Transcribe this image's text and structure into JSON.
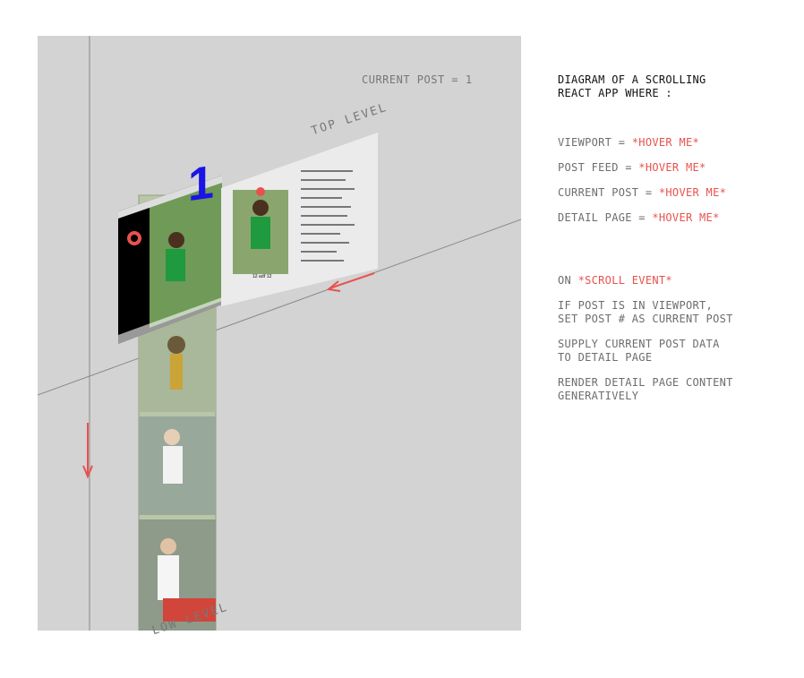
{
  "diagram": {
    "current_post_label": "CURRENT POST = 1",
    "current_post_number": "1",
    "top_level_label": "TOP LEVEL",
    "low_level_label": "LOW LEVEL",
    "detail_caption": "12 adf 12",
    "accent_color": "#e8524e",
    "number_color": "#1a14e6",
    "panel_color": "#d3d3d3"
  },
  "sidebar": {
    "title": "DIAGRAM OF A SCROLLING\nREACT APP WHERE :",
    "items": [
      {
        "label": "VIEWPORT = ",
        "link": "*HOVER ME*"
      },
      {
        "label": "POST FEED = ",
        "link": "*HOVER ME*"
      },
      {
        "label": "CURRENT POST = ",
        "link": "*HOVER ME*"
      },
      {
        "label": "DETAIL PAGE = ",
        "link": "*HOVER ME*"
      }
    ],
    "event_label": "ON ",
    "event_link": "*SCROLL EVENT*",
    "steps": [
      "IF POST IS IN VIEWPORT,\nSET POST # AS CURRENT POST",
      "SUPPLY CURRENT POST DATA\nTO DETAIL PAGE",
      "RENDER DETAIL PAGE CONTENT\nGENERATIVELY"
    ]
  }
}
